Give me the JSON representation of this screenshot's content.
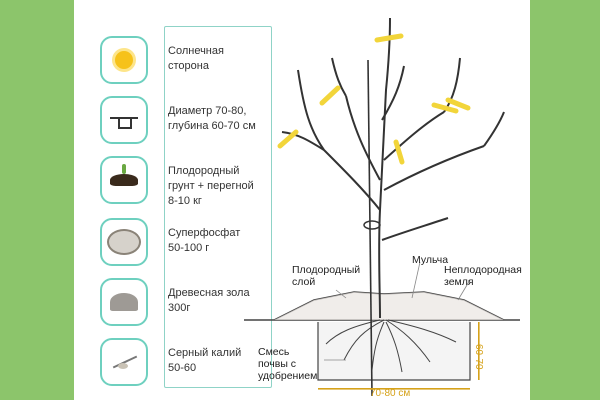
{
  "legend": {
    "items": [
      {
        "icon": "sun-icon",
        "label": "Солнечная\nсторона"
      },
      {
        "icon": "planting-pit-icon",
        "label": "Диаметр 70-80,\nглубина 60-70 см"
      },
      {
        "icon": "soil-mix-icon",
        "label": "Плодородный\nгрунт + перегной\n8-10 кг"
      },
      {
        "icon": "superphosphate-icon",
        "label": "Суперфосфат\n50-100 г"
      },
      {
        "icon": "wood-ash-icon",
        "label": "Древесная зола\n300г"
      },
      {
        "icon": "potassium-sulfate-icon",
        "label": "Серный калий\n50-60"
      }
    ]
  },
  "diagram": {
    "labels": {
      "fertile_layer": "Плодородный\nслой",
      "mulch": "Мульча",
      "infertile_soil": "Неплодородная\nземля",
      "soil_mix": "Смесь\nпочвы с\nудобрением",
      "pit_width": "70-80 см",
      "pit_depth": "60-70"
    },
    "colors": {
      "accent": "#d6a21a",
      "cut_mark": "#f2d53a",
      "band": "#8cc56b",
      "frame": "#6ed0bf"
    }
  }
}
